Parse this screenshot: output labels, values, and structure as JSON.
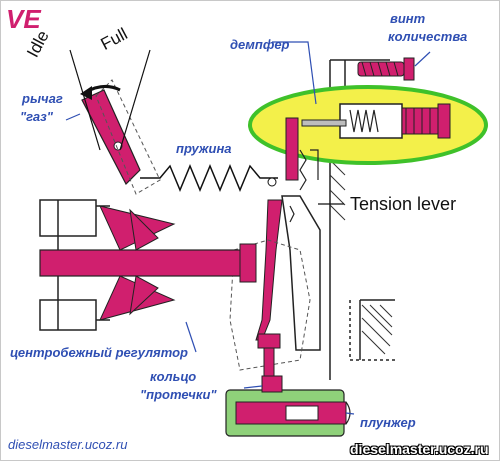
{
  "title": "VE",
  "labels": {
    "idle": "Idle",
    "full": "Full",
    "throttle_lever": "рычаг",
    "throttle_lever_2": "\"газ\"",
    "spring": "пружина",
    "damper": "демпфер",
    "quantity_screw": "винт",
    "quantity_screw_2": "количества",
    "tension_lever": "Tension lever",
    "centrifugal_governor": "центробежный регулятор",
    "leak_ring": "кольцо",
    "leak_ring_2": "\"протечки\"",
    "plunger": "плунжер"
  },
  "watermarks": {
    "left": "dieselmaster.ucoz.ru",
    "right": "dieselmaster.ucoz.ru"
  },
  "colors": {
    "accent": "#d01f6e",
    "label_blue": "#2f4fb3",
    "highlight_yellow": "#f3f04a",
    "highlight_ring": "#3fc12a",
    "part_green": "#8fd17a"
  }
}
